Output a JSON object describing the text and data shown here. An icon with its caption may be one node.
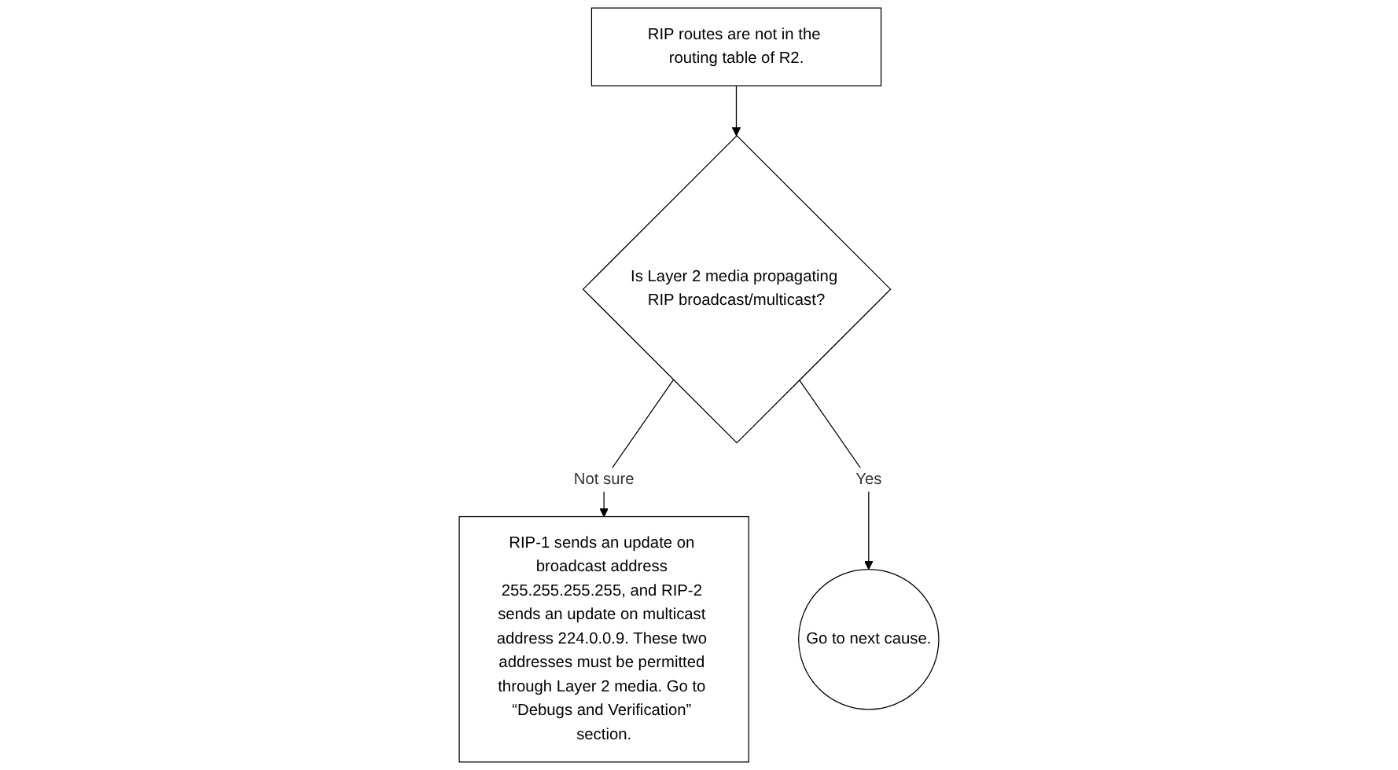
{
  "diagram": {
    "nodes": [
      {
        "text": [
          "RIP routes are not in the routing table of R2."
        ]
      },
      {
        "text": [
          "Is Layer 2 media propagating RIP broadcast/multicast?"
        ]
      },
      {
        "text": [
          "RIP-1 sends an update on broadcast address 255.255.255.255, and RIP-2 sends an update on multicast address 224.0.0.9. These two addresses must be permitted through Layer 2 media. Go to “Debugs and Verification” section."
        ]
      },
      {
        "text": [
          "Go to next cause."
        ]
      }
    ],
    "edges": [
      {
        "from": 0,
        "to": 1,
        "arrow": "to"
      },
      {
        "from": 1,
        "to": 2,
        "arrow": "to",
        "label": "Not sure"
      },
      {
        "from": 1,
        "to": 3,
        "arrow": "to",
        "label": "Yes"
      }
    ]
  }
}
